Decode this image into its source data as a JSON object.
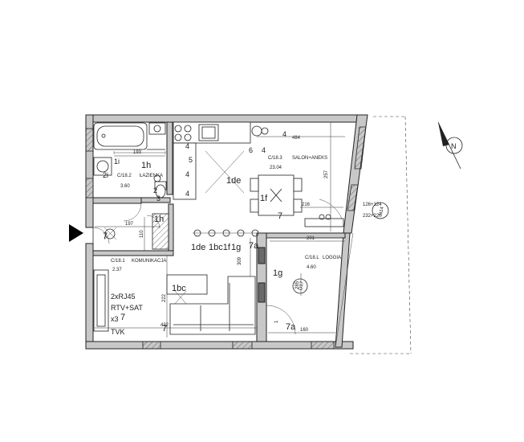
{
  "rooms": {
    "bathroom": {
      "code": "C/18.2",
      "name": "ŁAZIENKA",
      "area": "3.60"
    },
    "living": {
      "code": "C/18.3",
      "name": "SALON+ANEKS",
      "area": "23.04"
    },
    "hall": {
      "code": "C/18.1",
      "name": "KOMUNIKACJA",
      "area": "2.37"
    },
    "loggia": {
      "code": "C/18.L",
      "name": "LOGGIA",
      "area": "4.60"
    }
  },
  "dimensions": {
    "d193": "193",
    "d484": "484",
    "d257": "257",
    "d197": "197",
    "d216": "216",
    "d201": "201",
    "d110": "110",
    "d309": "309",
    "d222": "222",
    "d432": "432",
    "d160": "160",
    "d285": "285"
  },
  "tags": {
    "t4a": "4",
    "t5": "5",
    "t4b": "4",
    "t4c": "4",
    "t4d": "4",
    "t6": "6",
    "t4e": "4",
    "t1i": "1i",
    "t2i": "2i",
    "t1h_bath": "1h",
    "t2": "2",
    "t3": "3",
    "t1h_hall": "1h",
    "t1de_kitchen": "1de",
    "t1f": "1f",
    "t7_table": "7",
    "t7_entry": "7",
    "t1de_wall": "1de",
    "t1bc1f": "1bc1f",
    "t1g_wall": "1g",
    "t7a_wall": "7a",
    "t1g_loggia": "1g",
    "t7a_loggia": "7a",
    "t1bc": "1bc",
    "t7_sofa": "7",
    "t7_tv": "7",
    "t1_loggia": "1"
  },
  "media": {
    "line1": "2xRJ45",
    "line2": "RTV+SAT",
    "line3": "x3",
    "line4": "TVK"
  },
  "window_codes": {
    "n14": "N14",
    "o17": "O17",
    "w126": "126+124",
    "w232": "232+220"
  },
  "compass": {
    "north": "N"
  },
  "colors": {
    "wall_fill": "#c8c8c8",
    "line": "#222222",
    "entry_arrow": "#000000"
  }
}
